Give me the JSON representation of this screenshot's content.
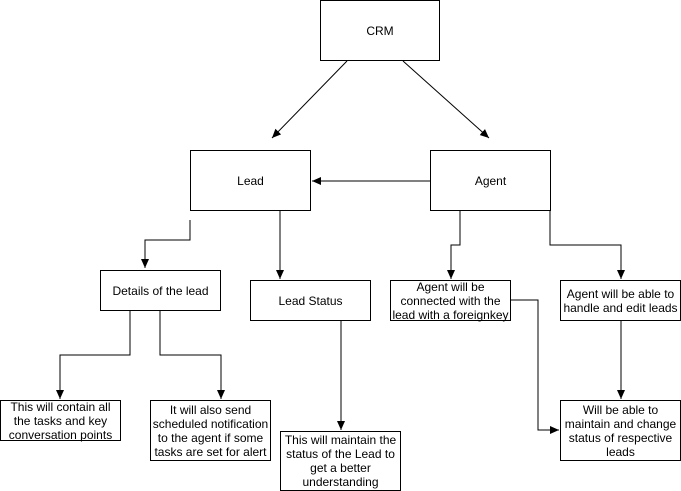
{
  "nodes": {
    "crm": "CRM",
    "lead": "Lead",
    "agent": "Agent",
    "details": "Details of the lead",
    "lead_status": "Lead Status",
    "agent_connected": "Agent will be connected with the lead with a foreignkey",
    "agent_handle": "Agent will be able to handle and edit leads",
    "tasks": "This will contain all the tasks and key conversation points",
    "notification": "It will also send scheduled notification to the agent if some tasks are set for alert",
    "maintain_status": "This will maintain the status of the Lead to get a better understanding",
    "change_status": "Will be able to maintain and change status of respective leads"
  }
}
